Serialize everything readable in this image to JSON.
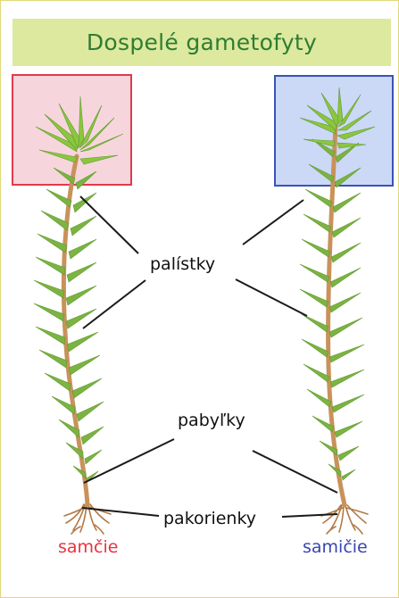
{
  "title": "Dospelé gametofyty",
  "labels": {
    "leaves": "palístky",
    "stems": "pabyľky",
    "rhizoids": "pakorienky",
    "male": "samčie",
    "female": "samičie"
  },
  "colors": {
    "title_bg": "#dde99e",
    "title_text": "#2e7d32",
    "male_box_fill": "#f6d6dc",
    "male_box_stroke": "#e03a4c",
    "female_box_fill": "#cbd8f6",
    "female_box_stroke": "#3a52b8",
    "male_text": "#e8323f",
    "female_text": "#3845b0",
    "leaf_green": "#7cb342",
    "stem_brown": "#c8925a"
  },
  "icons": {
    "male_plant": "moss-plant-male-icon",
    "female_plant": "moss-plant-female-icon"
  }
}
